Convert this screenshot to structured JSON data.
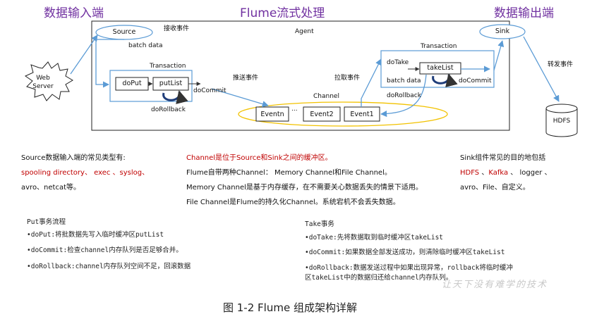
{
  "headers": {
    "input": "数据输入端",
    "title": "Flume流式处理",
    "output": "数据输出端"
  },
  "diagram": {
    "agent": "Agent",
    "source": "Source",
    "sink": "Sink",
    "web_server_line1": "Web",
    "web_server_line2": "Server",
    "hdfs": "HDFS",
    "receive_event": "接收事件",
    "batch_data_left": "batch data",
    "transaction_left": "Transaction",
    "doput": "doPut",
    "putlist": "putList",
    "docommit_left": "doCommit",
    "dorollback_left": "doRollback",
    "push_event": "推送事件",
    "channel": "Channel",
    "eventn": "Eventn",
    "dots": "...",
    "event2": "Event2",
    "event1": "Event1",
    "pull_event": "拉取事件",
    "transaction_right": "Transaction",
    "dotake": "doTake",
    "takelist": "takeList",
    "batch_data_right": "batch data",
    "docommit_right": "doCommit",
    "dorollback_right": "doRollback",
    "forward_event": "转发事件"
  },
  "source_notes": {
    "line1": "Source数据输入端的常见类型有:",
    "line2_red": "spooling directory、 exec 、syslog、",
    "line3": "avro、netcat等。"
  },
  "channel_notes": {
    "line1_red": "Channel是位于Source和Sink之间的缓冲区。",
    "line2": "Flume自带两种Channel： Memory Channel和File Channel。",
    "line3": "Memory Channel是基于内存缓存，在不需要关心数据丢失的情景下适用。",
    "line4": "File Channel是Flume的持久化Channel。系统宕机不会丢失数据。"
  },
  "sink_notes": {
    "line1": "Sink组件常见的目的地包括",
    "hdfs": "HDFS",
    "sep1": " 、",
    "kafka": "Kafka",
    "rest": " 、 logger 、",
    "line3": "avro、File、自定义。"
  },
  "put_notes": {
    "title": "Put事务流程",
    "item1": "•doPut:将批数据先写入临时缓冲区putList",
    "item2": "•doCommit:检查channel内存队列是否足够合并。",
    "item3": "•doRollback:channel内存队列空间不足，回滚数据"
  },
  "take_notes": {
    "title": "Take事务",
    "item1": "•doTake:先将数据取到临时缓冲区takeList",
    "item2": "•doCommit:如果数据全部发送成功，则清除临时缓冲区takeList",
    "item3a": "•doRollback:数据发送过程中如果出现异常，rollback将临时缓冲",
    "item3b": "区takeList中的数据归还给channel内存队列。"
  },
  "caption": "图 1-2 Flume 组成架构详解",
  "watermark": "让天下没有难学的技术",
  "colors": {
    "header": "#7030a0",
    "arrow": "#5b9bd5",
    "highlight_red": "#c00000",
    "channel_ellipse": "#f2c200"
  }
}
